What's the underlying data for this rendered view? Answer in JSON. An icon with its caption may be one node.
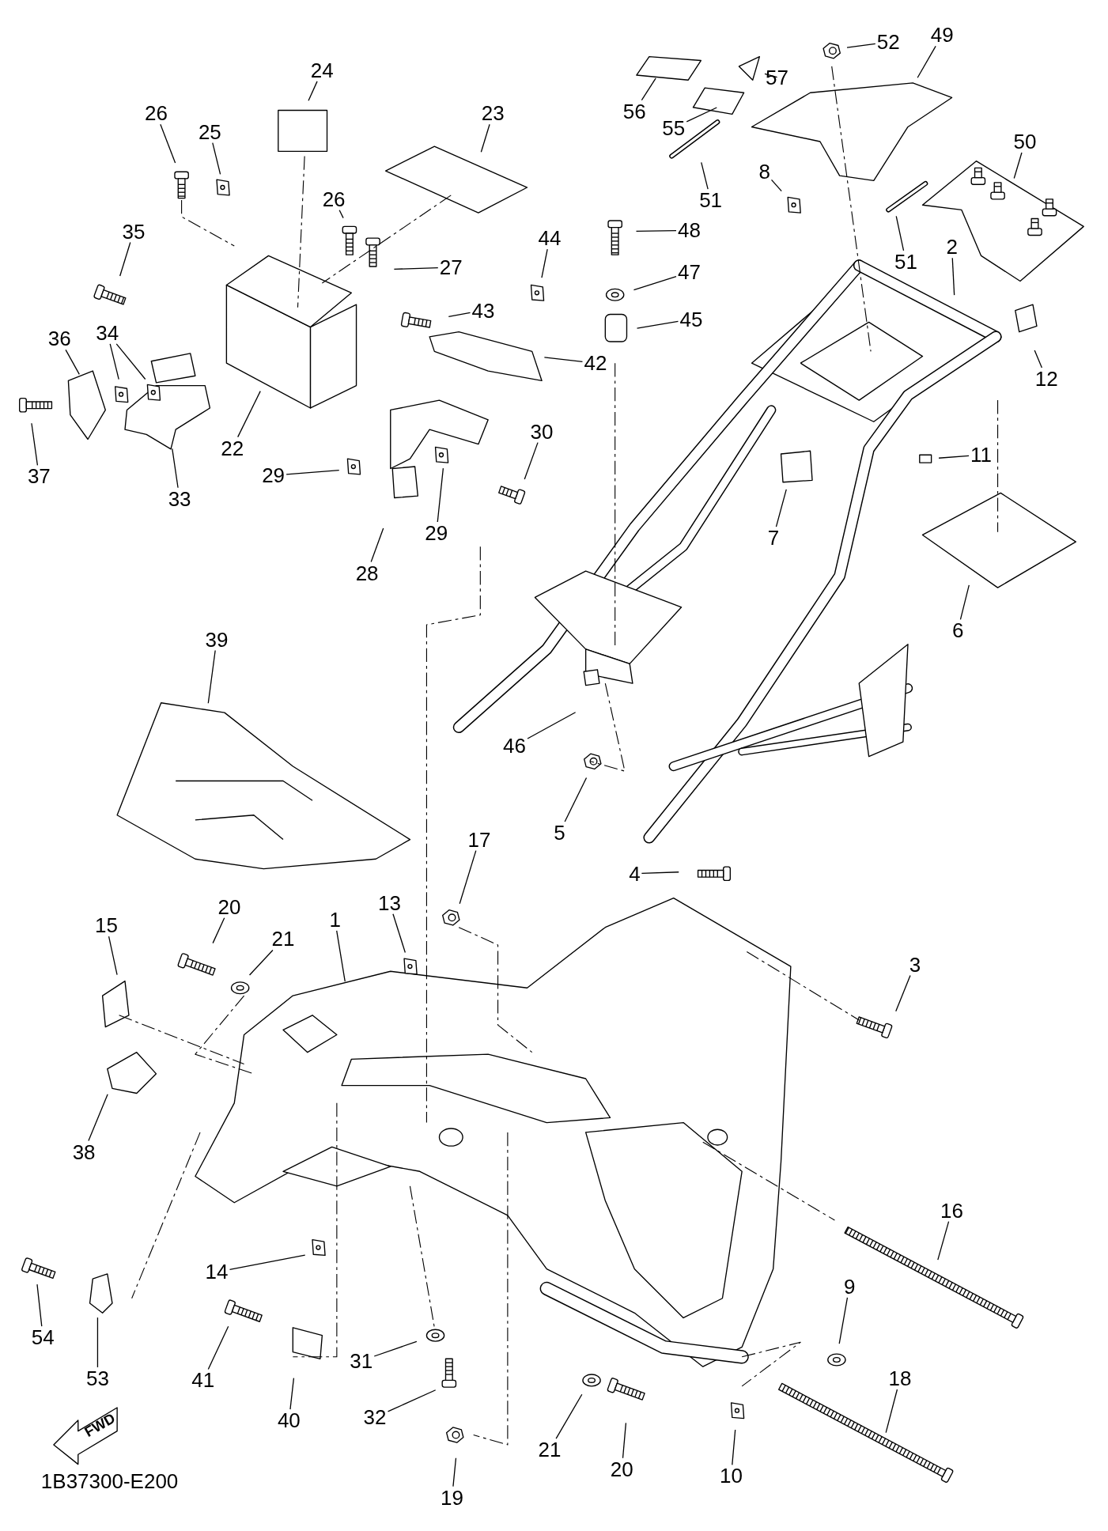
{
  "diagram": {
    "nodes": [
      {
        "text": [
          "24"
        ]
      },
      {
        "text": [
          "23"
        ]
      },
      {
        "text": [
          "26"
        ]
      },
      {
        "text": [
          "25"
        ]
      },
      {
        "text": [
          "35"
        ]
      },
      {
        "text": [
          "26"
        ]
      },
      {
        "text": [
          "27"
        ]
      },
      {
        "text": [
          "44"
        ]
      },
      {
        "text": [
          "43"
        ]
      },
      {
        "text": [
          "36"
        ]
      },
      {
        "text": [
          "34"
        ]
      },
      {
        "text": [
          "48"
        ]
      },
      {
        "text": [
          "47"
        ]
      },
      {
        "text": [
          "45"
        ]
      },
      {
        "text": [
          "42"
        ]
      },
      {
        "text": [
          "22"
        ]
      },
      {
        "text": [
          "37"
        ]
      },
      {
        "text": [
          "33"
        ]
      },
      {
        "text": [
          "29"
        ]
      },
      {
        "text": [
          "28"
        ]
      },
      {
        "text": [
          "29"
        ]
      },
      {
        "text": [
          "30"
        ]
      },
      {
        "text": [
          "56"
        ]
      },
      {
        "text": [
          "55"
        ]
      },
      {
        "text": [
          "51"
        ]
      },
      {
        "text": [
          "57"
        ]
      },
      {
        "text": [
          "52"
        ]
      },
      {
        "text": [
          "49"
        ]
      },
      {
        "text": [
          "50"
        ]
      },
      {
        "text": [
          "8"
        ]
      },
      {
        "text": [
          "51"
        ]
      },
      {
        "text": [
          "2"
        ]
      },
      {
        "text": [
          "12"
        ]
      },
      {
        "text": [
          "11"
        ]
      },
      {
        "text": [
          "7"
        ]
      },
      {
        "text": [
          "6"
        ]
      },
      {
        "text": [
          "39"
        ]
      },
      {
        "text": [
          "46"
        ]
      },
      {
        "text": [
          "5"
        ]
      },
      {
        "text": [
          "4"
        ]
      },
      {
        "text": [
          "17"
        ]
      },
      {
        "text": [
          "3"
        ]
      },
      {
        "text": [
          "13"
        ]
      },
      {
        "text": [
          "1"
        ]
      },
      {
        "text": [
          "20"
        ]
      },
      {
        "text": [
          "21"
        ]
      },
      {
        "text": [
          "15"
        ]
      },
      {
        "text": [
          "38"
        ]
      },
      {
        "text": [
          "16"
        ]
      },
      {
        "text": [
          "9"
        ]
      },
      {
        "text": [
          "14"
        ]
      },
      {
        "text": [
          "54"
        ]
      },
      {
        "text": [
          "53"
        ]
      },
      {
        "text": [
          "41"
        ]
      },
      {
        "text": [
          "40"
        ]
      },
      {
        "text": [
          "31"
        ]
      },
      {
        "text": [
          "32"
        ]
      },
      {
        "text": [
          "18"
        ]
      },
      {
        "text": [
          "21"
        ]
      },
      {
        "text": [
          "20"
        ]
      },
      {
        "text": [
          "10"
        ]
      },
      {
        "text": [
          "19"
        ]
      }
    ],
    "edges": [
      {
        "from": 0,
        "to": null,
        "arrow": "none"
      },
      {
        "from": 1,
        "to": null,
        "arrow": "none"
      },
      {
        "from": 2,
        "to": null,
        "arrow": "none"
      },
      {
        "from": 3,
        "to": null,
        "arrow": "none"
      },
      {
        "from": 4,
        "to": null,
        "arrow": "none"
      },
      {
        "from": 5,
        "to": null,
        "arrow": "none"
      },
      {
        "from": 6,
        "to": null,
        "arrow": "none"
      },
      {
        "from": 7,
        "to": null,
        "arrow": "none"
      },
      {
        "from": 8,
        "to": null,
        "arrow": "none"
      },
      {
        "from": 9,
        "to": null,
        "arrow": "none"
      },
      {
        "from": 10,
        "to": null,
        "arrow": "none"
      },
      {
        "from": 10,
        "to": null,
        "arrow": "none"
      },
      {
        "from": 11,
        "to": null,
        "arrow": "none"
      },
      {
        "from": 12,
        "to": null,
        "arrow": "none"
      },
      {
        "from": 13,
        "to": null,
        "arrow": "none"
      },
      {
        "from": 14,
        "to": null,
        "arrow": "none"
      },
      {
        "from": 15,
        "to": null,
        "arrow": "none"
      },
      {
        "from": 16,
        "to": null,
        "arrow": "none"
      },
      {
        "from": 17,
        "to": null,
        "arrow": "none"
      },
      {
        "from": 18,
        "to": null,
        "arrow": "none"
      },
      {
        "from": 19,
        "to": null,
        "arrow": "none"
      },
      {
        "from": 20,
        "to": null,
        "arrow": "none"
      },
      {
        "from": 21,
        "to": null,
        "arrow": "none"
      },
      {
        "from": 22,
        "to": null,
        "arrow": "none"
      },
      {
        "from": 23,
        "to": null,
        "arrow": "none"
      },
      {
        "from": 24,
        "to": null,
        "arrow": "none"
      },
      {
        "from": 25,
        "to": null,
        "arrow": "none"
      },
      {
        "from": 26,
        "to": null,
        "arrow": "none"
      },
      {
        "from": 27,
        "to": null,
        "arrow": "none"
      },
      {
        "from": 28,
        "to": null,
        "arrow": "none"
      },
      {
        "from": 29,
        "to": null,
        "arrow": "none"
      },
      {
        "from": 30,
        "to": null,
        "arrow": "none"
      },
      {
        "from": 31,
        "to": null,
        "arrow": "none"
      },
      {
        "from": 32,
        "to": null,
        "arrow": "none"
      },
      {
        "from": 33,
        "to": null,
        "arrow": "none"
      },
      {
        "from": 34,
        "to": null,
        "arrow": "none"
      },
      {
        "from": 35,
        "to": null,
        "arrow": "none"
      },
      {
        "from": 36,
        "to": null,
        "arrow": "none"
      },
      {
        "from": 37,
        "to": null,
        "arrow": "none"
      },
      {
        "from": 38,
        "to": null,
        "arrow": "none"
      },
      {
        "from": 39,
        "to": null,
        "arrow": "none"
      },
      {
        "from": 40,
        "to": null,
        "arrow": "none"
      },
      {
        "from": 41,
        "to": null,
        "arrow": "none"
      },
      {
        "from": 42,
        "to": null,
        "arrow": "none"
      },
      {
        "from": 43,
        "to": null,
        "arrow": "none"
      },
      {
        "from": 44,
        "to": null,
        "arrow": "none"
      },
      {
        "from": 45,
        "to": null,
        "arrow": "none"
      },
      {
        "from": 46,
        "to": null,
        "arrow": "none"
      },
      {
        "from": 47,
        "to": null,
        "arrow": "none"
      },
      {
        "from": 48,
        "to": null,
        "arrow": "none"
      },
      {
        "from": 49,
        "to": null,
        "arrow": "none"
      },
      {
        "from": 50,
        "to": null,
        "arrow": "none"
      },
      {
        "from": 51,
        "to": null,
        "arrow": "none"
      },
      {
        "from": 52,
        "to": null,
        "arrow": "none"
      },
      {
        "from": 53,
        "to": null,
        "arrow": "none"
      },
      {
        "from": 54,
        "to": null,
        "arrow": "none"
      },
      {
        "from": 55,
        "to": null,
        "arrow": "none"
      },
      {
        "from": 56,
        "to": null,
        "arrow": "none"
      },
      {
        "from": 57,
        "to": null,
        "arrow": "none"
      },
      {
        "from": 58,
        "to": null,
        "arrow": "none"
      },
      {
        "from": 59,
        "to": null,
        "arrow": "none"
      },
      {
        "from": 60,
        "to": null,
        "arrow": "none"
      },
      {
        "from": 61,
        "to": null,
        "arrow": "none"
      }
    ],
    "labels": [
      "FWD",
      "1B37300-E200"
    ]
  }
}
